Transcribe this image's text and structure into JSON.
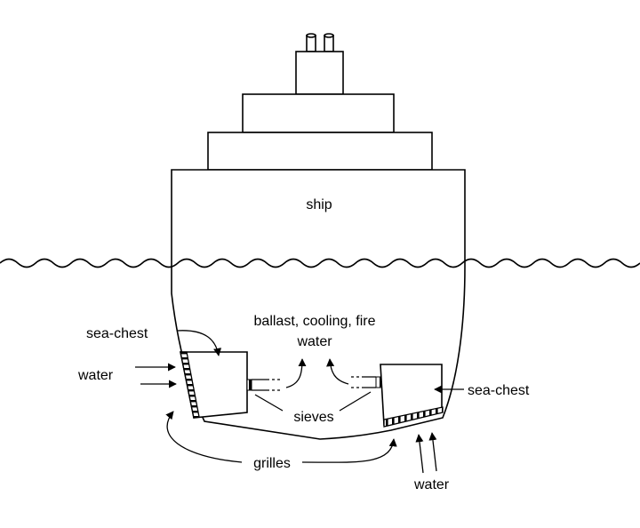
{
  "labels": {
    "ship": "ship",
    "ballast_line1": "ballast, cooling, fire",
    "ballast_line2": "water",
    "sea_chest_left": "sea-chest",
    "sea_chest_right": "sea-chest",
    "water_left": "water",
    "water_bottom": "water",
    "sieves": "sieves",
    "grilles": "grilles"
  },
  "colors": {
    "line": "#000000",
    "background": "#ffffff"
  }
}
